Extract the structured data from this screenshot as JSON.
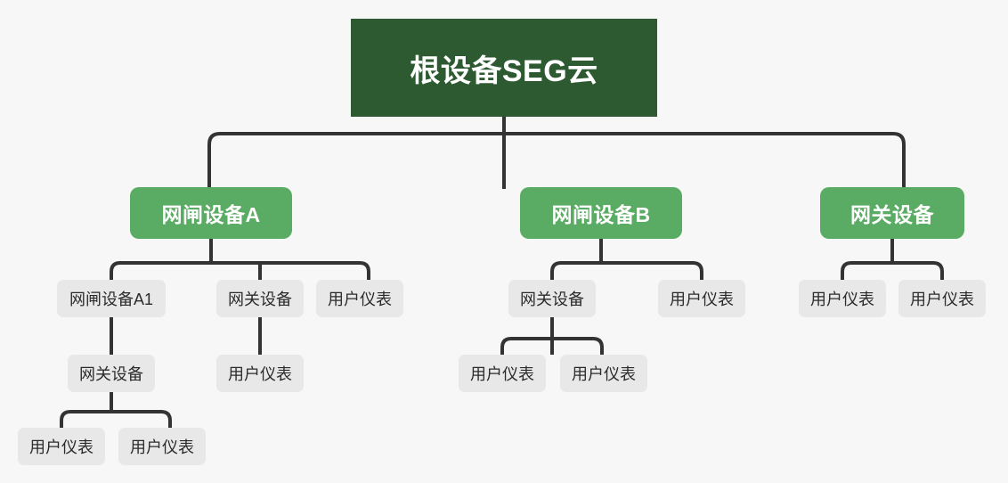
{
  "diagram": {
    "title": "根设备SEG云",
    "type": "org-tree",
    "background_color": "#f7f7f7",
    "connector_color": "#333333",
    "colors": {
      "root": "#2d5a31",
      "branch": "#5aab63",
      "leaf": "#e8e8e8",
      "root_text": "#ffffff",
      "branch_text": "#ffffff",
      "leaf_text": "#2b2b2b"
    }
  },
  "nodes": {
    "root": {
      "label": "根设备SEG云"
    },
    "branch_a": {
      "label": "网闸设备A"
    },
    "branch_b": {
      "label": "网闸设备B"
    },
    "branch_c": {
      "label": "网关设备"
    },
    "a_child_1": {
      "label": "网闸设备A1"
    },
    "a_child_2": {
      "label": "网关设备"
    },
    "a_child_3": {
      "label": "用户仪表"
    },
    "a1_child_1": {
      "label": "网关设备"
    },
    "a1_gw_child_1": {
      "label": "用户仪表"
    },
    "a1_gw_child_2": {
      "label": "用户仪表"
    },
    "a_gw_child_1": {
      "label": "用户仪表"
    },
    "b_child_1": {
      "label": "网关设备"
    },
    "b_child_2": {
      "label": "用户仪表"
    },
    "b_gw_child_1": {
      "label": "用户仪表"
    },
    "b_gw_child_2": {
      "label": "用户仪表"
    },
    "c_child_1": {
      "label": "用户仪表"
    },
    "c_child_2": {
      "label": "用户仪表"
    }
  }
}
